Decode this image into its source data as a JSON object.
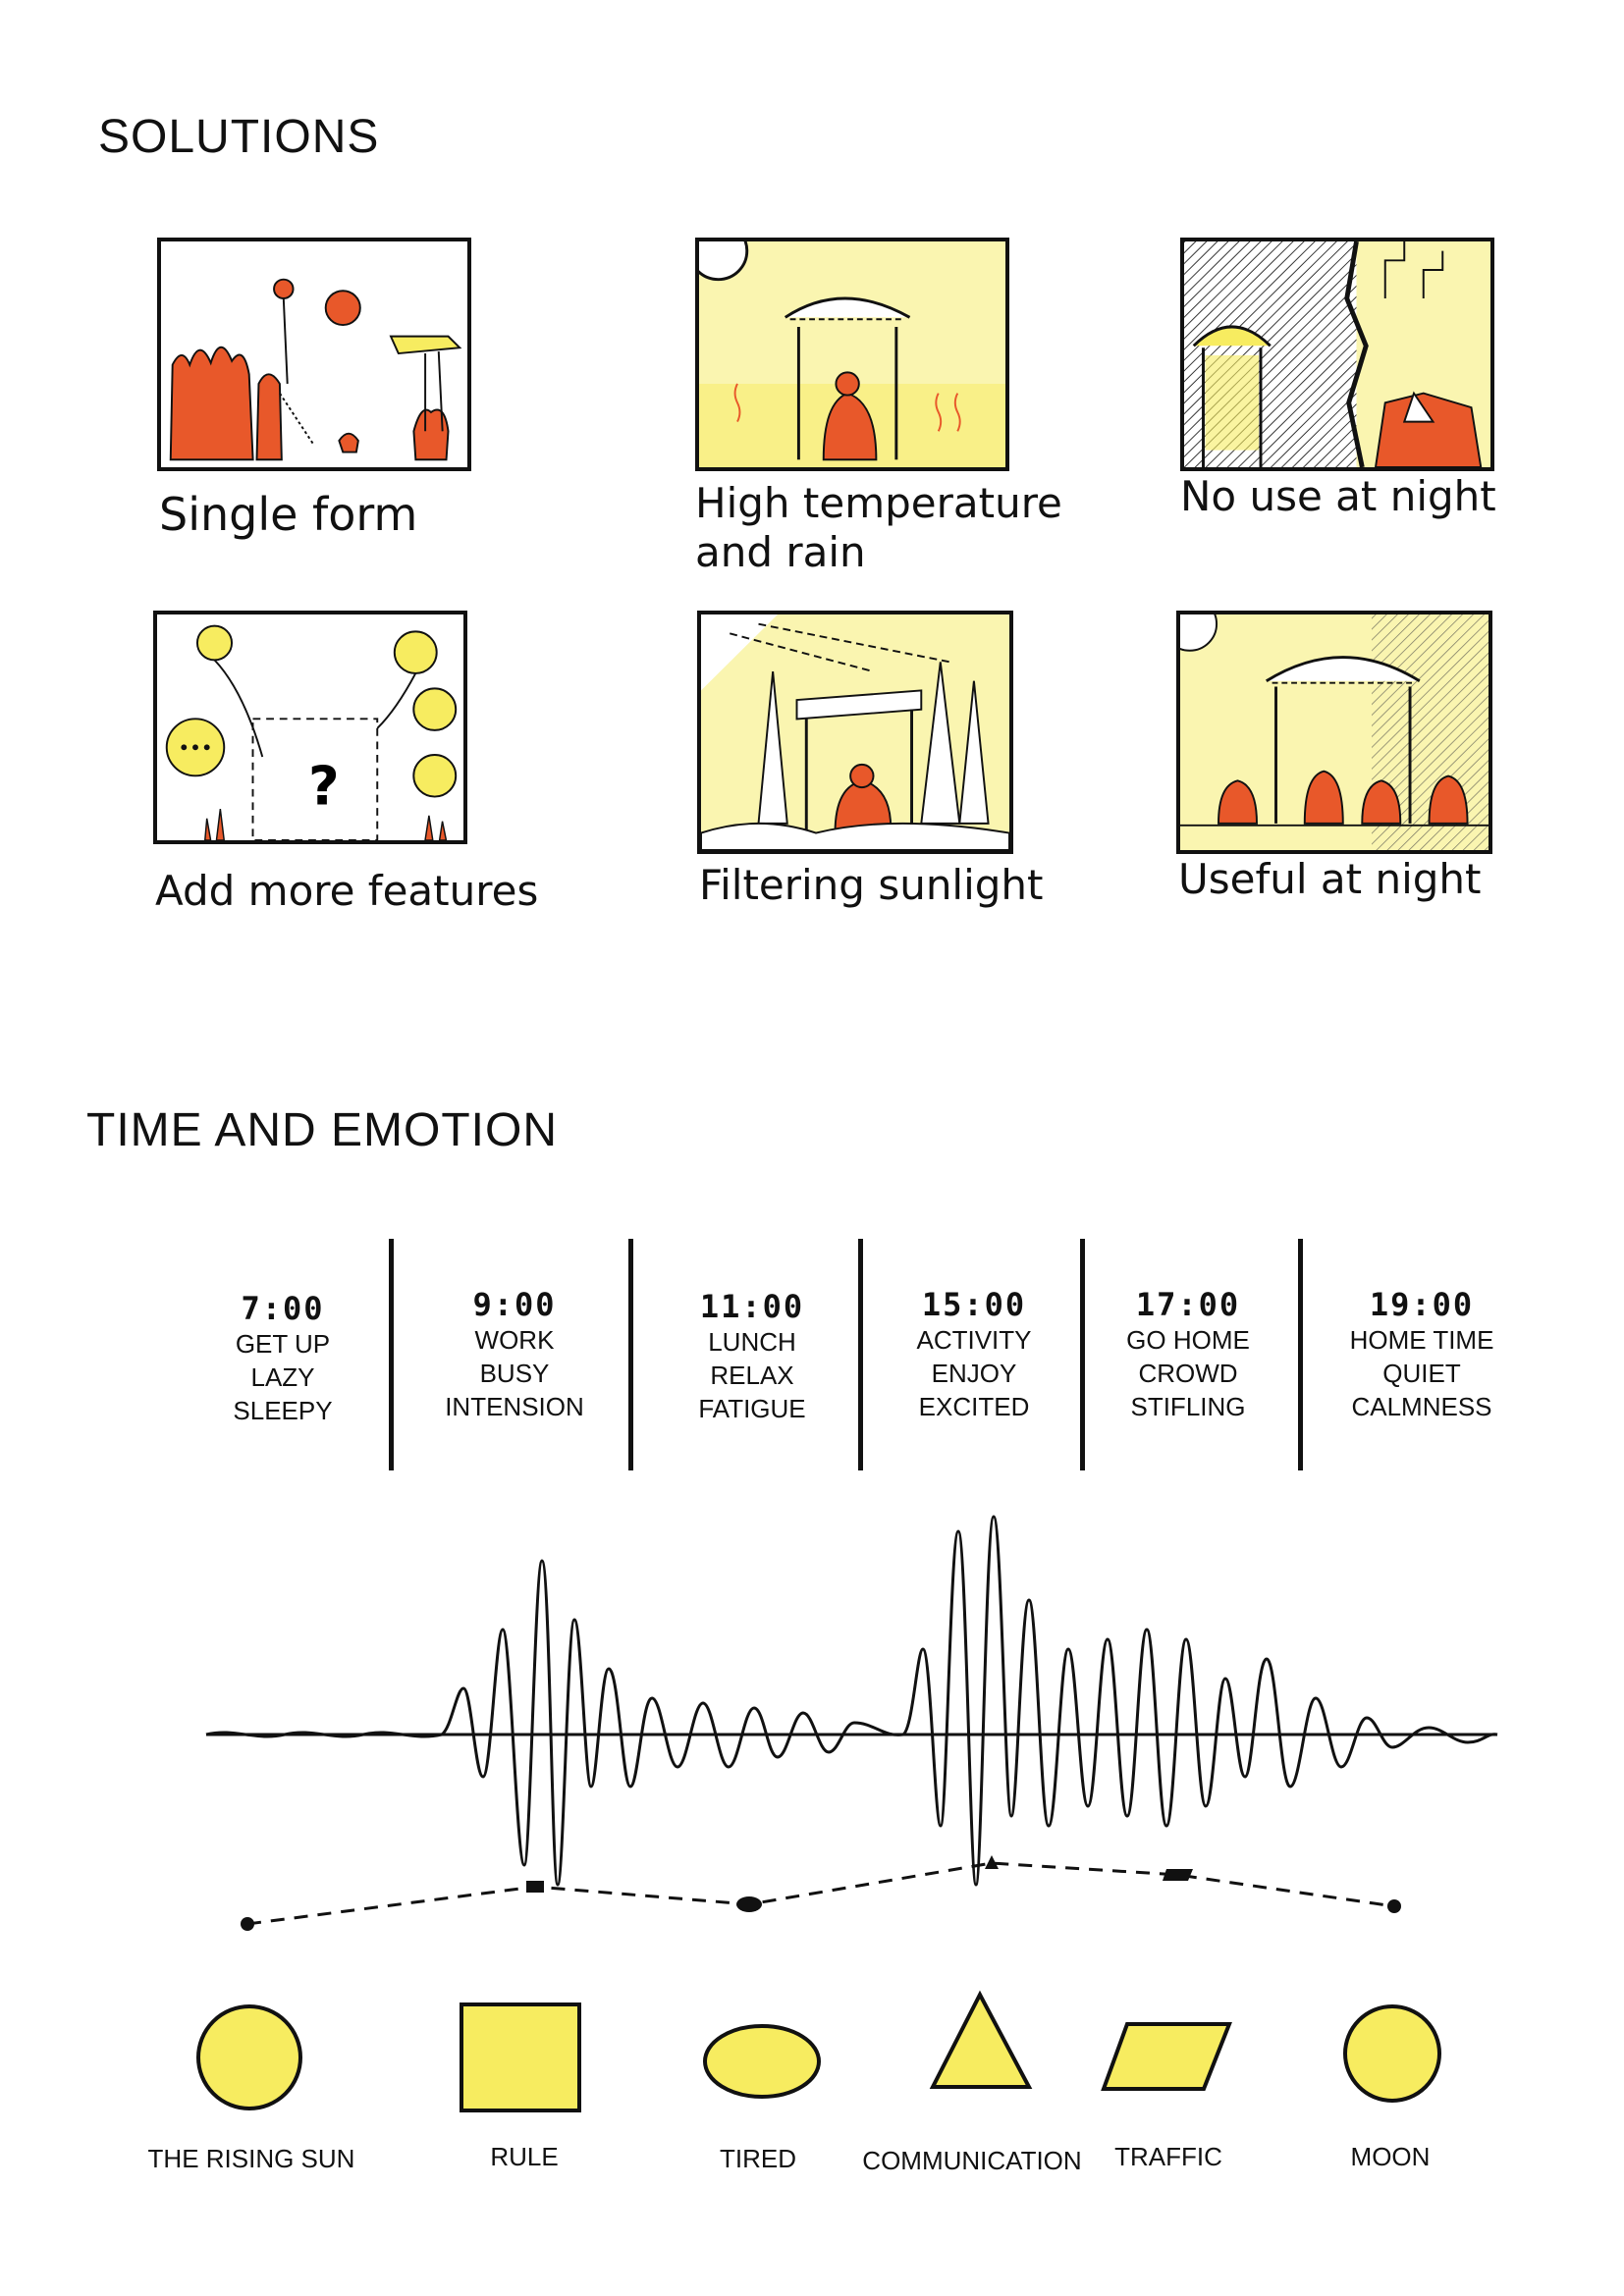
{
  "solutions": {
    "heading": "SOLUTIONS",
    "panels": [
      {
        "caption": "Single form"
      },
      {
        "caption": "High temperature and rain",
        "caption_lines": [
          "High temperature",
          "and rain"
        ]
      },
      {
        "caption": "No use at night"
      },
      {
        "caption": "Add more features"
      },
      {
        "caption": "Filtering sunlight"
      },
      {
        "caption": "Useful at night"
      }
    ]
  },
  "time_emotion": {
    "heading": "TIME AND EMOTION",
    "slots": [
      {
        "time": "7:00",
        "words": [
          "GET UP",
          "LAZY",
          "SLEEPY"
        ]
      },
      {
        "time": "9:00",
        "words": [
          "WORK",
          "BUSY",
          "INTENSION"
        ]
      },
      {
        "time": "11:00",
        "words": [
          "LUNCH",
          "RELAX",
          "FATIGUE"
        ]
      },
      {
        "time": "15:00",
        "words": [
          "ACTIVITY",
          "ENJOY",
          "EXCITED"
        ]
      },
      {
        "time": "17:00",
        "words": [
          "GO HOME",
          "CROWD",
          "STIFLING"
        ]
      },
      {
        "time": "19:00",
        "words": [
          "HOME TIME",
          "QUIET",
          "CALMNESS"
        ]
      }
    ],
    "shapes": [
      {
        "label": "THE RISING SUN",
        "shape": "circle"
      },
      {
        "label": "RULE",
        "shape": "square"
      },
      {
        "label": "TIRED",
        "shape": "ellipse"
      },
      {
        "label": "COMMUNICATION",
        "shape": "triangle"
      },
      {
        "label": "TRAFFIC",
        "shape": "parallelogram"
      },
      {
        "label": "MOON",
        "shape": "circle"
      }
    ]
  },
  "colors": {
    "accent_orange": "#e8582a",
    "accent_yellow": "#f7ec60",
    "pale_yellow": "#faf5b0",
    "ink": "#111111"
  }
}
